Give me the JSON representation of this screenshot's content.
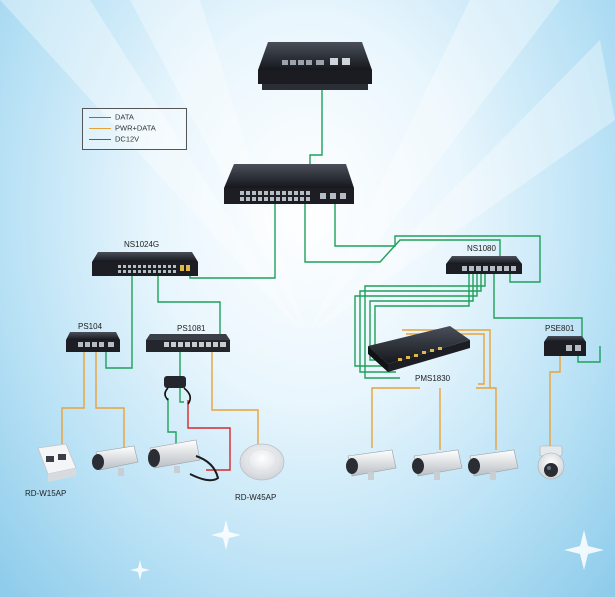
{
  "legend": {
    "items": [
      {
        "label": "DATA",
        "color": "#1fa05a"
      },
      {
        "label": "PWR+DATA",
        "color": "#e8a23a"
      },
      {
        "label": "DC12V",
        "color": "#d42a2a"
      }
    ]
  },
  "devices": {
    "ns1024g": "NS1024G",
    "ns1080": "NS1080",
    "ps104": "PS104",
    "ps1081": "PS1081",
    "pms1830": "PMS1830",
    "pse801": "PSE801",
    "rd_w15ap": "RD-W15AP",
    "rd_w45ap": "RD-W45AP"
  }
}
